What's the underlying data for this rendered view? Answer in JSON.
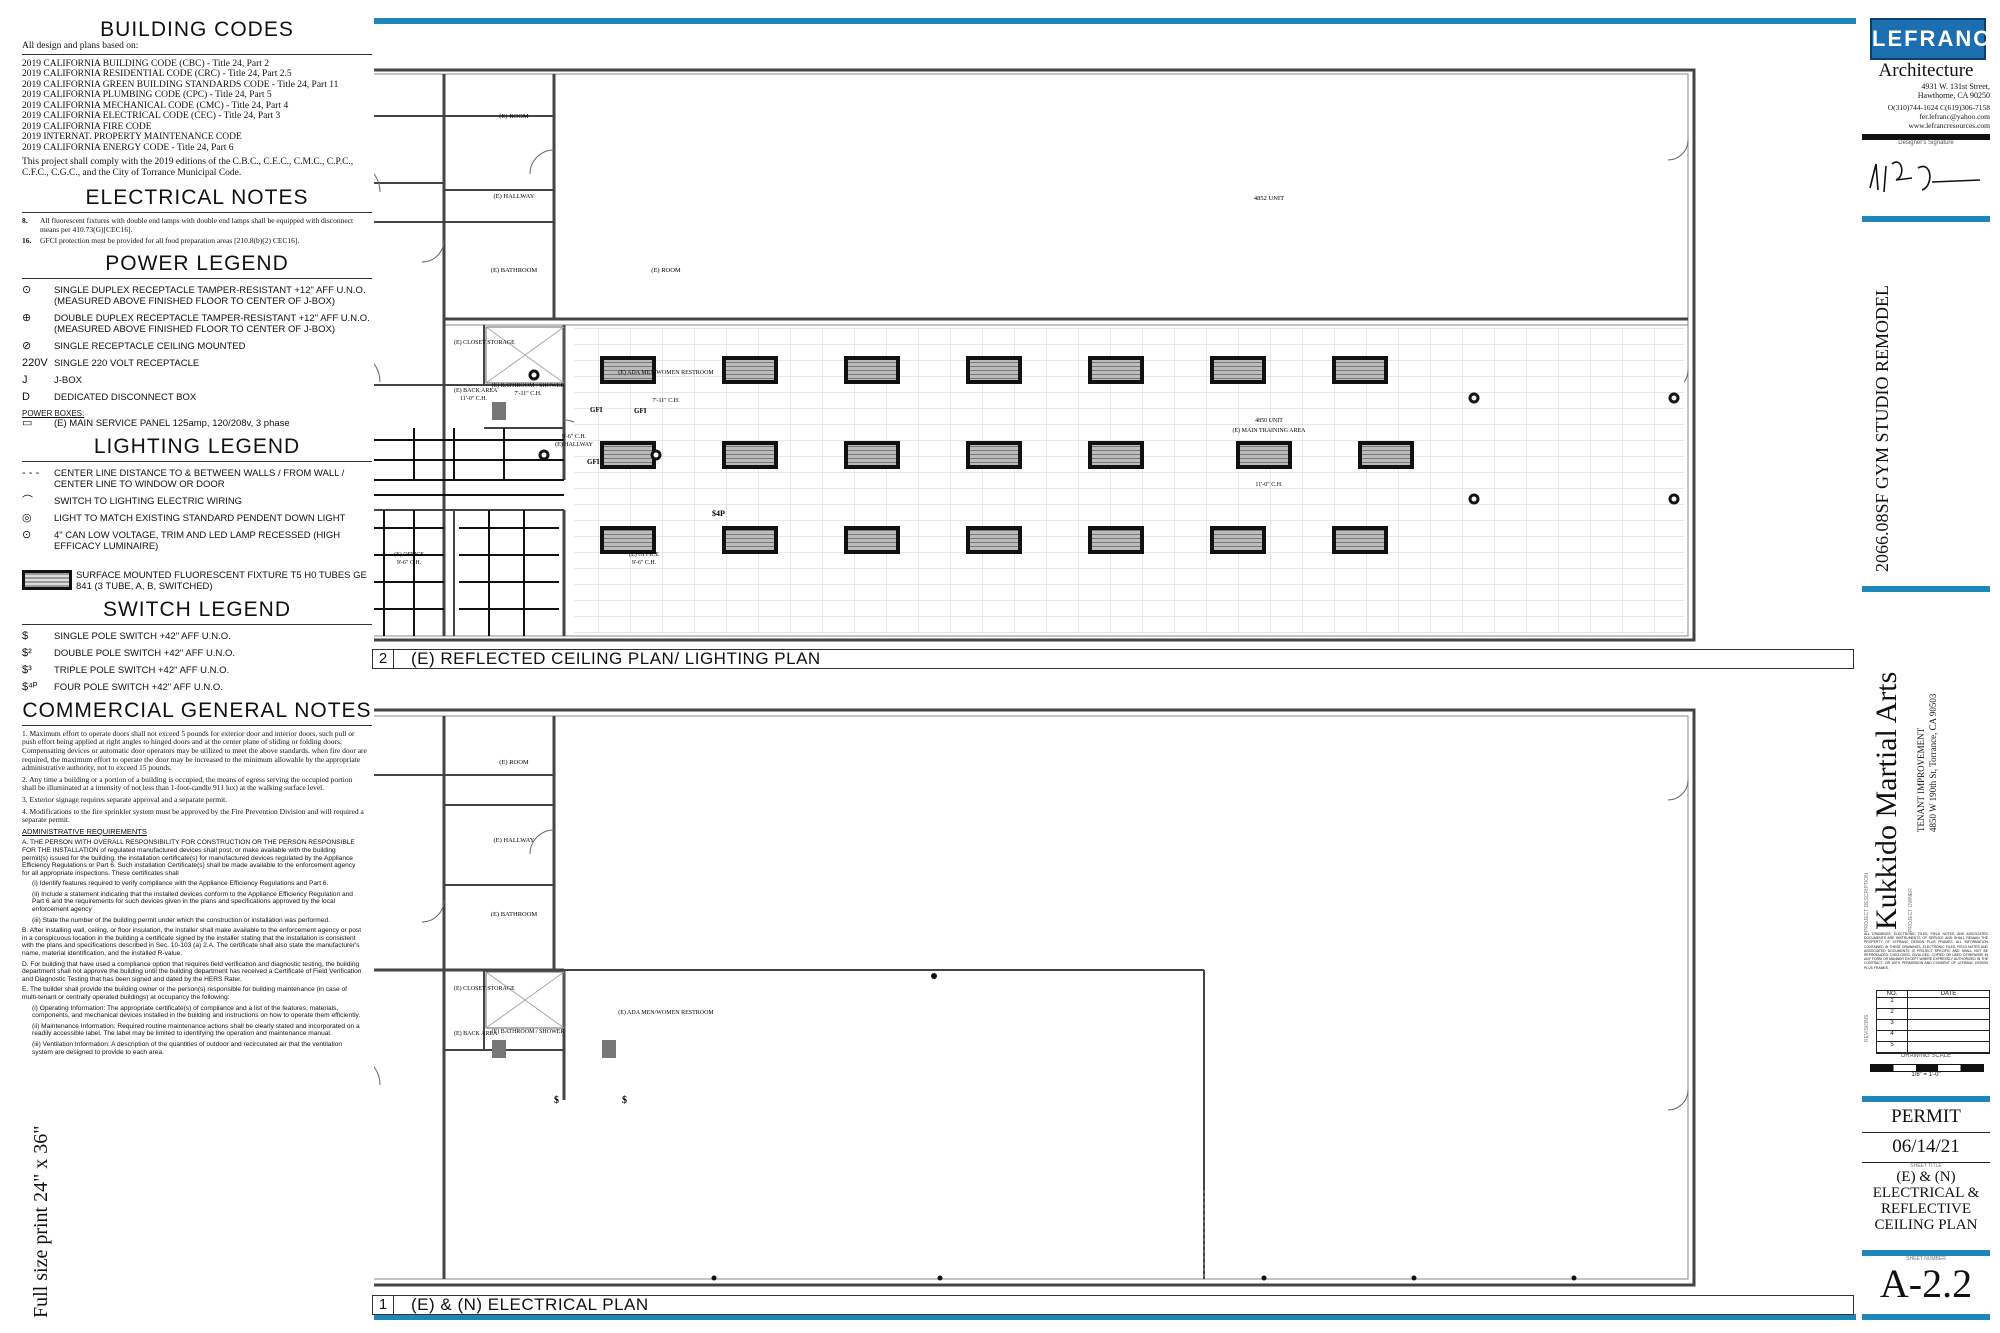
{
  "building_codes": {
    "title": "BUILDING CODES",
    "intro": "All design and plans based on:",
    "codes": [
      "2019 CALIFORNIA BUILDING CODE (CBC) - Title 24, Part 2",
      "2019 CALIFORNIA RESIDENTIAL CODE (CRC) - Title 24, Part 2.5",
      "2019 CALIFORNIA GREEN BUILDING STANDARDS CODE - Title 24, Part 11",
      "2019 CALIFORNIA PLUMBING CODE (CPC) - Title 24, Part 5",
      "2019 CALIFORNIA MECHANICAL CODE (CMC) - Title 24, Part 4",
      "2019 CALIFORNIA ELECTRICAL CODE (CEC) - Title 24, Part 3",
      "2019 CALIFORNIA FIRE CODE",
      "2019 INTERNAT. PROPERTY MAINTENANCE CODE",
      "2019 CALIFORNIA ENERGY CODE - Title 24, Part 6"
    ],
    "compliance": "This project shall comply with the 2019 editions of the C.B.C., C.E.C., C.M.C., C.P.C., C.F.C., C.G.C., and the City of Torrance Municipal Code."
  },
  "electrical_notes": {
    "title": "ELECTRICAL NOTES",
    "notes": [
      {
        "num": "8.",
        "text": "All fluorescent fixtures with double end lamps with double end lamps shall be equipped with disconnect means per 410.73(G)[CEC16]."
      },
      {
        "num": "16.",
        "text": "GFCI protection must be provided for all food preparation areas [210.8(b)(2) CEC16]."
      }
    ]
  },
  "power_legend": {
    "title": "POWER LEGEND",
    "items": [
      {
        "sym": "⊙",
        "text": "SINGLE DUPLEX RECEPTACLE TAMPER-RESISTANT +12\" AFF U.N.O. (MEASURED ABOVE FINISHED FLOOR TO CENTER OF J-BOX)"
      },
      {
        "sym": "⊕",
        "text": "DOUBLE DUPLEX RECEPTACLE TAMPER-RESISTANT +12\" AFF U.N.O. (MEASURED ABOVE FINISHED FLOOR TO CENTER OF J-BOX)"
      },
      {
        "sym": "⊘",
        "text": "SINGLE RECEPTACLE CEILING MOUNTED"
      },
      {
        "sym": "220V",
        "text": "SINGLE 220 VOLT RECEPTACLE"
      },
      {
        "sym": "J",
        "text": "J-BOX"
      },
      {
        "sym": "D",
        "text": "DEDICATED DISCONNECT BOX"
      }
    ],
    "power_boxes_label": "POWER BOXES:",
    "main_panel": "(E) MAIN SERVICE PANEL 125amp, 120/208v, 3 phase"
  },
  "lighting_legend": {
    "title": "LIGHTING LEGEND",
    "items": [
      {
        "sym": "- - -",
        "text": "CENTER LINE DISTANCE TO & BETWEEN WALLS / FROM WALL / CENTER LINE TO WINDOW OR DOOR"
      },
      {
        "sym": "⌒",
        "text": "SWITCH TO LIGHTING ELECTRIC WIRING"
      },
      {
        "sym": "◎",
        "text": "LIGHT TO MATCH EXISTING STANDARD PENDENT DOWN LIGHT"
      },
      {
        "sym": "⊙",
        "text": "4\" CAN LOW VOLTAGE, TRIM AND LED LAMP RECESSED (HIGH EFFICACY LUMINAIRE)"
      }
    ],
    "fixture_text": "SURFACE MOUNTED FLUORESCENT FIXTURE T5 H0 TUBES GE 841 (3 TUBE, A, B, SWITCHED)"
  },
  "switch_legend": {
    "title": "SWITCH LEGEND",
    "items": [
      {
        "sym": "$",
        "text": "SINGLE POLE SWITCH +42\" AFF U.N.O."
      },
      {
        "sym": "$²",
        "text": "DOUBLE POLE SWITCH +42\" AFF U.N.O."
      },
      {
        "sym": "$³",
        "text": "TRIPLE POLE SWITCH +42\" AFF U.N.O."
      },
      {
        "sym": "$⁴ᴾ",
        "text": "FOUR POLE SWITCH +42\" AFF U.N.O."
      }
    ]
  },
  "general_notes": {
    "title": "COMMERCIAL GENERAL NOTES",
    "notes": [
      "1.      Maximum effort to operate doors shall not exceed 5 pounds for exterior door and interior doors, such pull or push effort being applied at right angles to hinged doors and at the center plane of sliding or folding doors. Compensating devices or automatic door operators may be utilized to meet the above standards. when fire door are required, the maximum effort to operate the door may be increased to the minimum allowable by the appropriate administrative authority, not to exceed 15 pounds.",
      "2.      Any time a building or a portion of a building is occupied, the means of egress serving the occupied portion shall be illuminated at a intensity of not less than 1-foot-candle 911 lux) at the walking surface level.",
      "3.      Exterior signage requires separate approval and a separate permit.",
      "4.      Modifications to the fire sprinkler system must be approved by the Fire Prevention Division and will required a separate permit."
    ],
    "admin_title": "ADMINISTRATIVE REQUIREMENTS",
    "admin": [
      "A.  THE PERSON WITH OVERALL RESPONSIBILITY FOR CONSTRUCTION OR THE PERSON RESPONSIBLE FOR THE INSTALLATION of regulated manufactured devices shall post, or make available with the building permit(s) issued for the building, the installation certificate(s) for manufactured devices regulated by the Appliance Efficiency Regulations or Part 6. Such installation Certificate(s) shall be made available to the enforcement agency for all appropriate inspections. These certificates shall",
      "(i)   Identify features required to verify compliance with the Appliance Efficiency Regulations and Part 6.",
      "(ii)  Include a statement indicating that the installed devices conform to the Appliance Efficiency Regulation and Part 6 and the requirements for such devices given in the plans and specifications approved by the local enforcement agency",
      "(iii) State the number of the building permit under which the construction or installation was performed.",
      "B.  After installing wall, ceiling, or floor insulation, the installer shall make available to the enforcement agency or post in a conspicuous location in the building a certificate signed by the installer stating that the installation is consistent with the plans and specifications described in Sec. 10-103 (a) 2.A. The certificate shall also state the manufacturer's name, material identification, and the installed R-value.",
      "D.  For building that have used a compliance option that requires field verification and diagnostic testing, the building department shall not approve the building until the building department has received a Certificate of Field Verification and Diagnostic Testing that has been signed and dated by the HERS Rater.",
      "E.  The builder shall provide the building owner or the person(s) responsible for building maintenance (in case of multi-tenant or centrally operated buildings) at occupancy the following:",
      "(i)   Operating Information: The appropriate certificate(s) of compliance and a list of the features, materials, components, and mechanical devices installed in the building and instructions on how to operate them efficiently.",
      "(ii)  Maintenance Information: Required routine maintenance actions shall be clearly stated and incorporated on a readily accessible label. The label may be limited to identifying the operation and maintenance manual.",
      "(iii) Ventilation Information: A description of the quantities of outdoor and recirculated air that the ventilation system are designed to provide to each area."
    ],
    "full_size_note": "Full size print 24\" x 36\""
  },
  "plans": {
    "top": {
      "number": "2",
      "title": "(E) REFLECTED CEILING PLAN/ LIGHTING PLAN",
      "rooms": {
        "room1": "(E) ROOM",
        "hallway": "(E) HALLWAY",
        "bathroom": "(E) BATHROOM",
        "room2": "(E) ROOM",
        "unit_4852": "4852 UNIT",
        "closet": "(E) CLOSET STORAGE",
        "back_area": "(E) BACK AREA",
        "back_area_ch": "11'-0\" C.H.",
        "bath_shower": "(E) BATHROOM / SHOWER",
        "bath_shower_ch": "7'-11\" C.H.",
        "ada": "(E) ADA MEN/WOMEN RESTROOM",
        "ada_ch": "7'-11\" C.H.",
        "hallway2": "(E) HALLWAY",
        "hallway2_ch": "9'-6\" C.H.",
        "office1": "(E) OFFICE",
        "office1_ch": "9'-6\" C.H.",
        "office2": "(E) OFFICE",
        "office2_ch": "9'-6\" C.H.",
        "unit_4850": "4850 UNIT",
        "training": "(E) MAIN TRAINING AREA",
        "training_ch": "11'-0\" C.H.",
        "gfi1": "GFI",
        "gfi2": "GFI",
        "gfi3": "GFI",
        "switch4p": "$4P"
      }
    },
    "bottom": {
      "number": "1",
      "title": "(E) & (N) ELECTRICAL PLAN",
      "rooms": {
        "room1": "(E) ROOM",
        "hallway": "(E) HALLWAY",
        "bathroom": "(E) BATHROOM",
        "closet": "(E) CLOSET STORAGE",
        "back_area": "(E) BACK AREA",
        "bath_shower": "(E) BATHROOM / SHOWER",
        "ada": "(E) ADA MEN/WOMEN RESTROOM"
      }
    }
  },
  "title_block": {
    "logo": "LEFRANC",
    "firm": "Architecture",
    "address1": "4931 W. 131st Street,",
    "address2": "Hawthorne, CA 90250",
    "phones": "O(310)744-1624 C(619)306-7158",
    "email": "fer.lefranc@yahoo.com",
    "web": "www.lefrancresources.com",
    "signature_label": "Designer's Signature",
    "project_desc": "2066.08SF GYM STUDIO REMODEL",
    "project_desc_label": "PROJECT DESCRIPTION",
    "client": "Kukkido Martial Arts",
    "client_sub": "TENANT IMPROVEMENT",
    "client_addr": "4850 W 190th St, Torrance, CA 90503",
    "client_label": "PROJECT OWNER",
    "copyright": "ALL DRAWINGS, ELECTRONIC FILES, FIELD NOTES, AND ASSOCIATED DOCUMENTS ARE INSTRUMENTS OF SERVICE AND SHALL REMAIN THE PROPERTY OF LEFRANC DESIGN PLUS FRAMES. ALL INFORMATION CONTAINED IN THESE DRAWINGS, ELECTRONIC FILES, FIELD NOTES AND ASSOCIATED DOCUMENTS IS PROJECT SPECIFIC AND SHALL NOT BE REPRODUCED, DISCLOSED, DIVULGED, COPIED OR USED OTHERWISE IN ANY FORM OR MANNER EXCEPT WHERE EXPRESSLY AUTHORIZED IN THE CONTRACT, OR WITH PERMISSION AND CONSENT OF LEFRANC DESIGN PLUS FRAMES.",
    "rev_header_no": "NO.",
    "rev_header_date": "DATE",
    "revisions": [
      "1",
      "2",
      "3",
      "4",
      "5"
    ],
    "revisions_label": "REVISIONS",
    "drawing_scale_label": "DRAWING SCALE",
    "scale": "1/8\" = 1'-0\"",
    "status": "PERMIT",
    "date": "06/14/21",
    "sheet_title_label": "SHEET TITLE",
    "sheet_title": "(E) & (N) ELECTRICAL & REFLECTIVE CEILING PLAN",
    "sheet_number_label": "SHEET NUMBER",
    "sheet_number": "A-2.2"
  }
}
